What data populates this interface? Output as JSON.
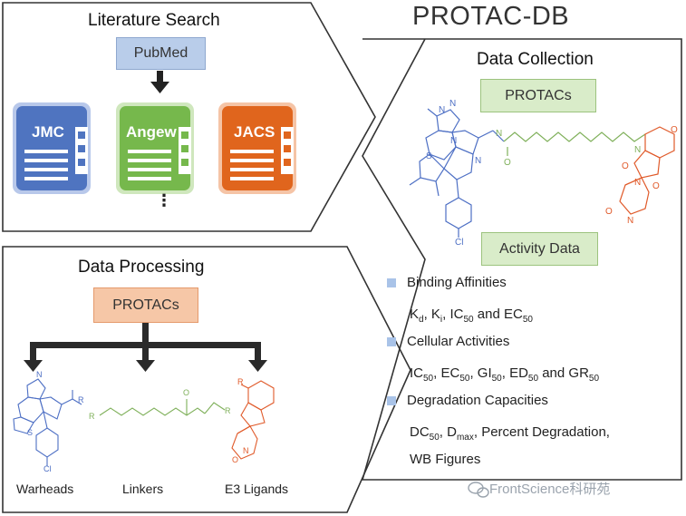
{
  "title": "PROTAC-DB",
  "literature_search": {
    "title": "Literature Search",
    "source": "PubMed",
    "journals": [
      {
        "label": "JMC",
        "color": "#4f74c0"
      },
      {
        "label": "Angew",
        "color": "#76b84c"
      },
      {
        "label": "JACS",
        "color": "#e0651d"
      }
    ],
    "more": "⋮"
  },
  "data_collection": {
    "title": "Data Collection",
    "protacs_label": "PROTACs",
    "activity_label": "Activity Data",
    "categories": [
      {
        "name": "Binding Affinities",
        "detail": [
          [
            "K",
            "d"
          ],
          [
            ", K",
            "i"
          ],
          [
            ", IC",
            "50"
          ],
          [
            " and EC",
            "50"
          ]
        ]
      },
      {
        "name": "Cellular Activities",
        "detail": [
          [
            "IC",
            "50"
          ],
          [
            ", EC",
            "50"
          ],
          [
            ", GI",
            "50"
          ],
          [
            ", ED",
            "50"
          ],
          [
            " and GR",
            "50"
          ]
        ]
      },
      {
        "name": "Degradation Capacities",
        "detail": [
          [
            "DC",
            "50"
          ],
          [
            ", D",
            "max"
          ],
          [
            ", Percent Degradation,",
            ""
          ]
        ],
        "detail2": "WB Figures"
      }
    ]
  },
  "data_processing": {
    "title": "Data Processing",
    "protacs_label": "PROTACs",
    "components": [
      "Warheads",
      "Linkers",
      "E3 Ligands"
    ]
  },
  "colors": {
    "warhead": "#4d6fc4",
    "linker": "#7fb05a",
    "e3": "#e05a2a",
    "outline": "#333333"
  },
  "watermark": "FrontScience科研苑"
}
